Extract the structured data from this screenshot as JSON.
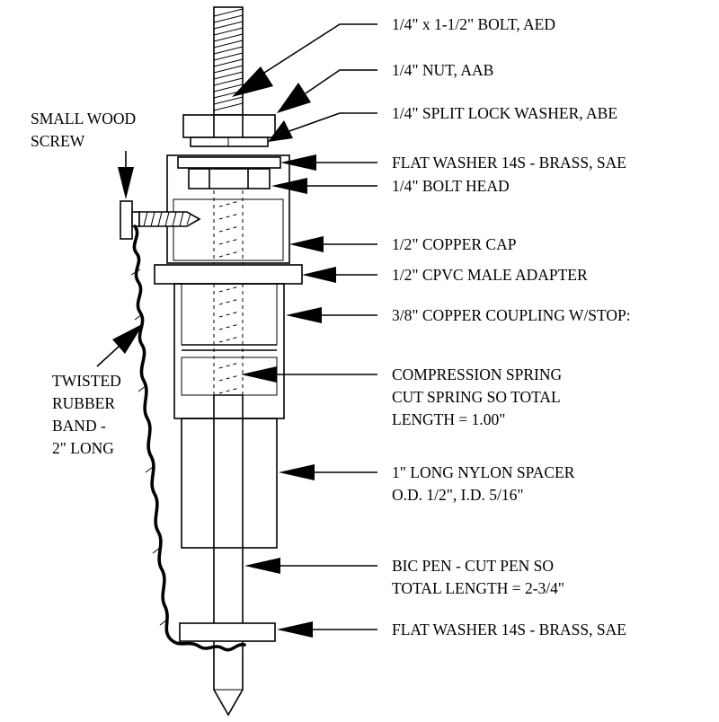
{
  "labels": {
    "bolt": "1/4\" x 1-1/2\" BOLT, AED",
    "nut": "1/4\" NUT, AAB",
    "lock_washer": "1/4\" SPLIT LOCK WASHER, ABE",
    "flat_washer_top": "FLAT WASHER 14S - BRASS, SAE",
    "bolt_head": "1/4\" BOLT HEAD",
    "copper_cap": "1/2\" COPPER CAP",
    "cpvc_adapter": "1/2\" CPVC MALE ADAPTER",
    "copper_coupling": "3/8\" COPPER  COUPLING W/STOP:",
    "spring": [
      "COMPRESSION SPRING",
      "CUT SPRING SO TOTAL",
      "LENGTH = 1.00\""
    ],
    "spacer": [
      "1\" LONG NYLON SPACER",
      "O.D. 1/2\", I.D. 5/16\""
    ],
    "pen": [
      "BIC PEN - CUT PEN SO",
      "TOTAL LENGTH = 2-3/4\""
    ],
    "flat_washer_bottom": "FLAT WASHER 14S - BRASS, SAE",
    "wood_screw": [
      "SMALL WOOD",
      "SCREW"
    ],
    "rubber_band": [
      "TWISTED",
      "RUBBER",
      "BAND -",
      "2\" LONG"
    ]
  }
}
